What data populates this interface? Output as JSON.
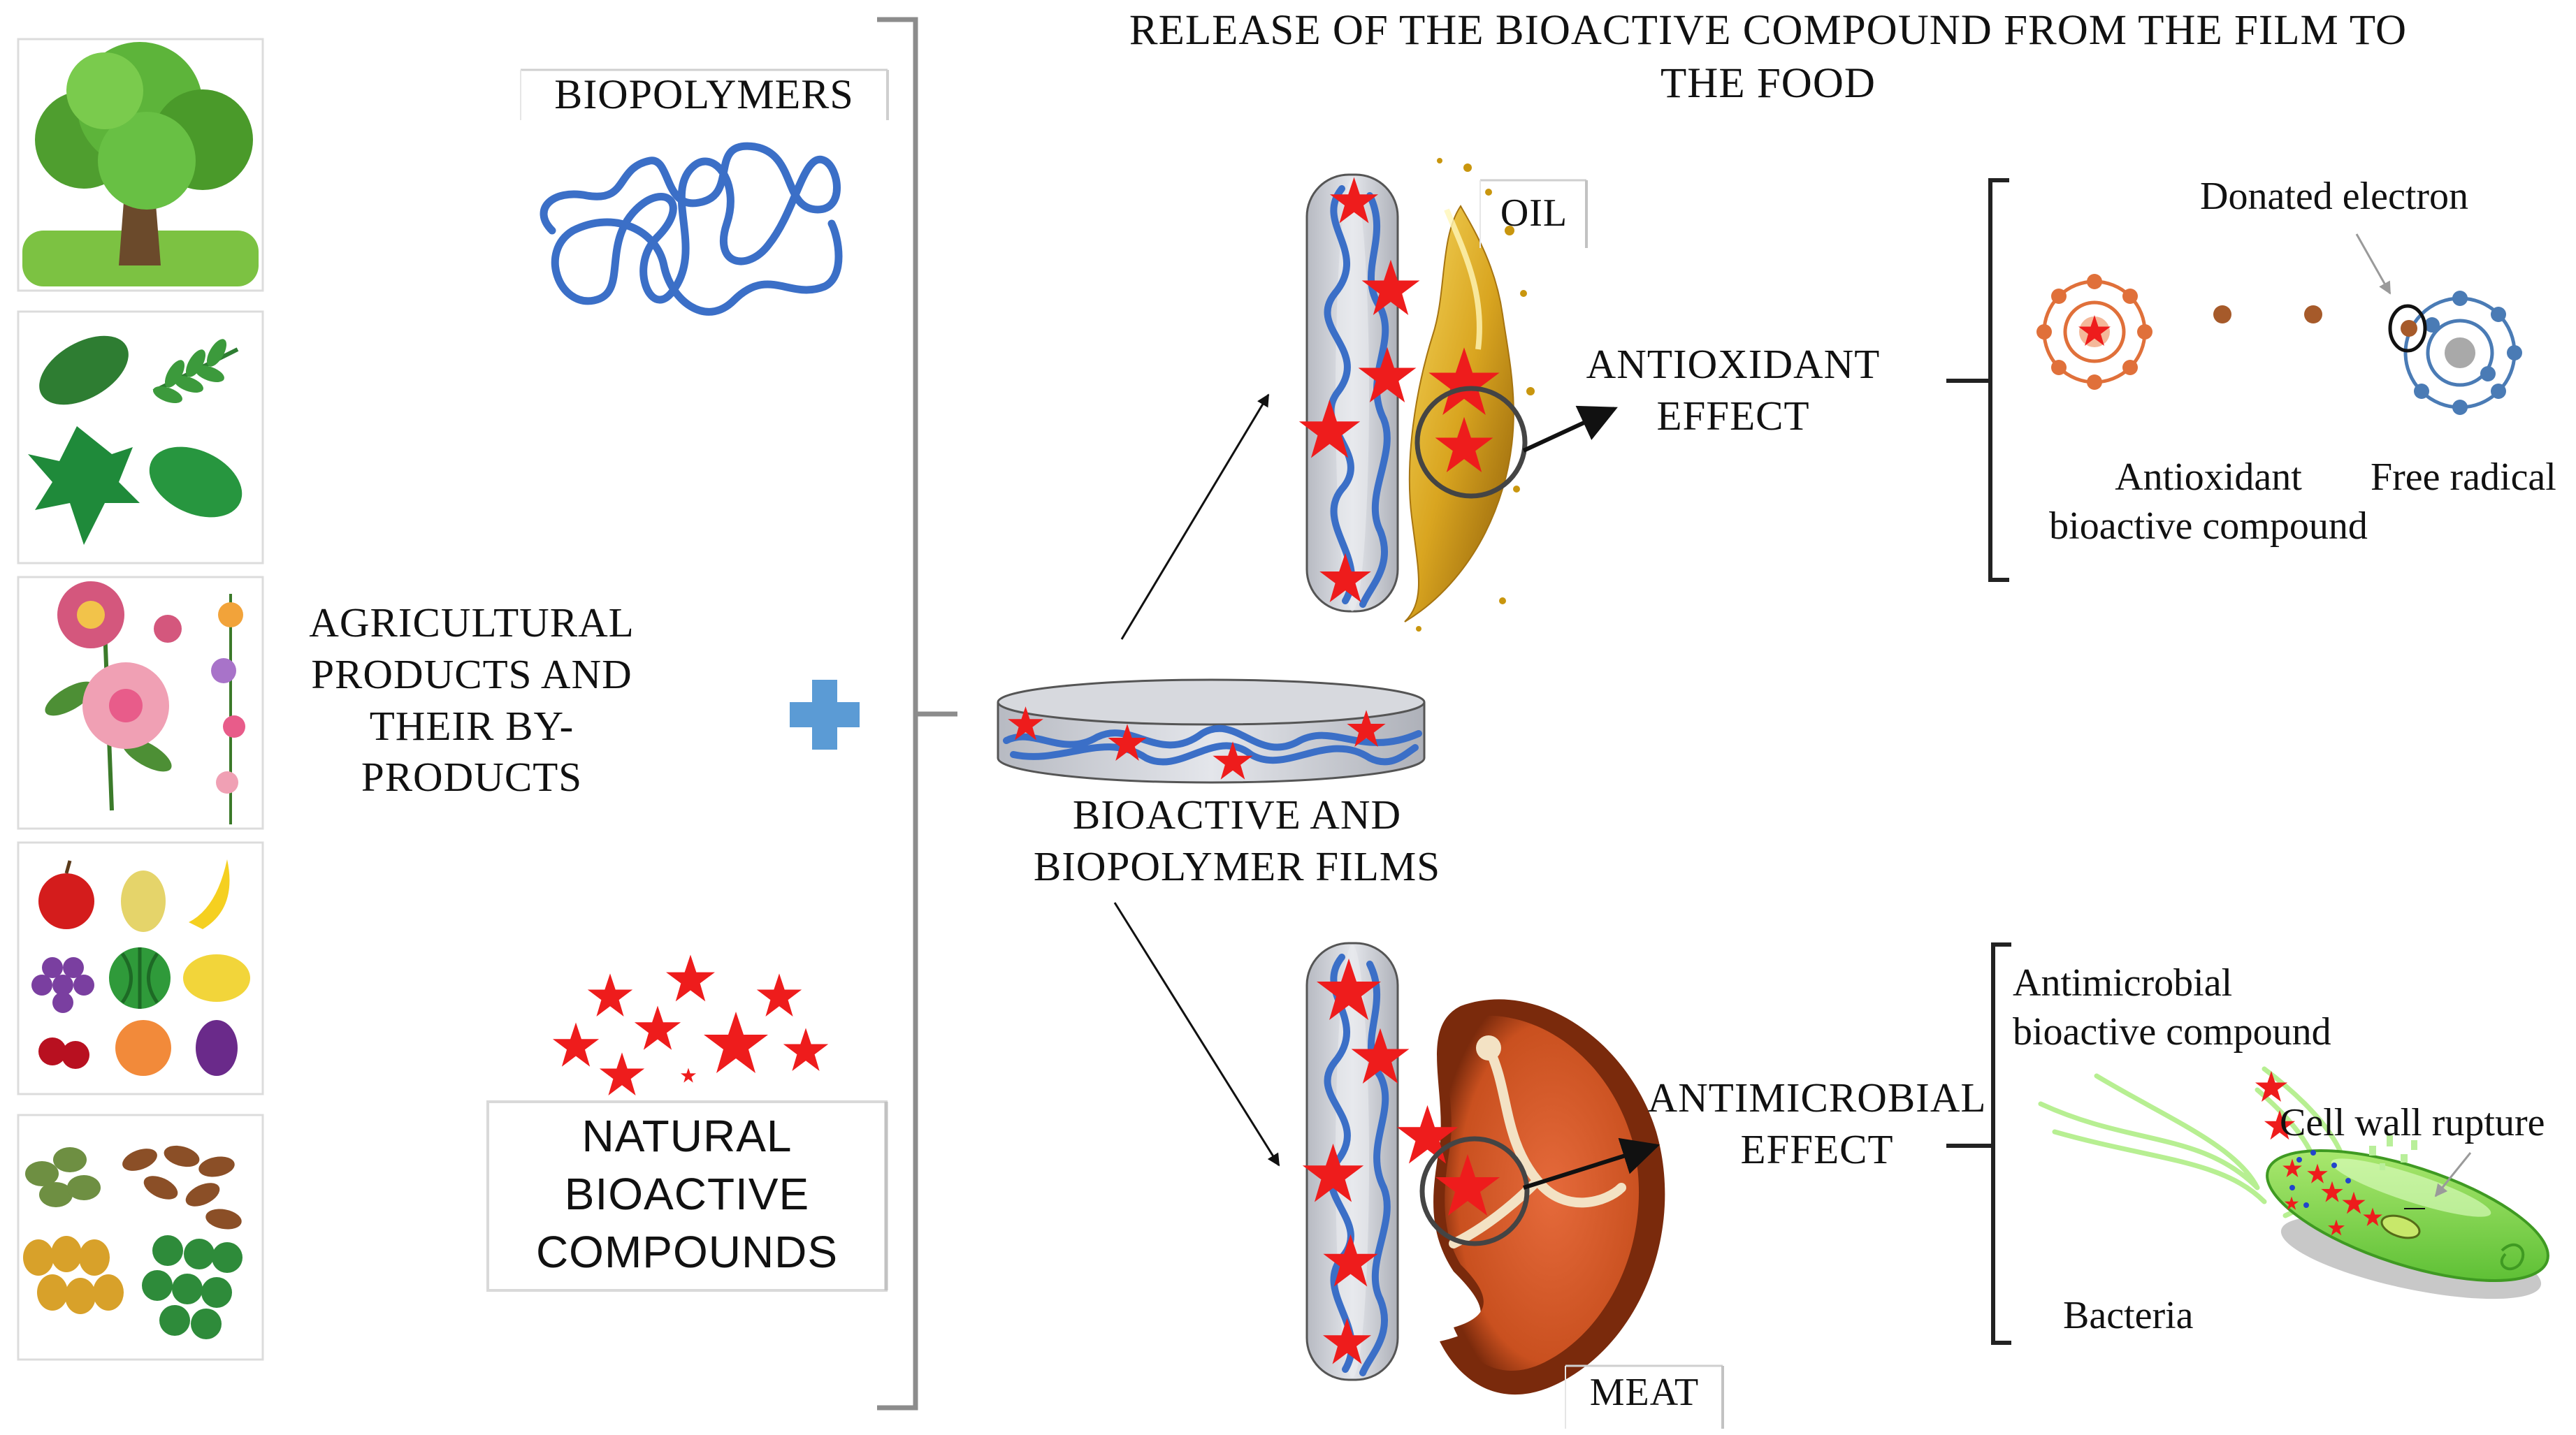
{
  "title": "RELEASE OF THE BIOACTIVE COMPOUND FROM THE FILM TO THE FOOD",
  "title_lines": [
    "RELEASE OF THE BIOACTIVE COMPOUND FROM THE FILM TO",
    "THE FOOD"
  ],
  "left": {
    "biopolymers_label": "BIOPOLYMERS",
    "agri_lines": [
      "AGRICULTURAL",
      "PRODUCTS AND",
      "THEIR BY-",
      "PRODUCTS"
    ],
    "natural_lines": [
      "NATURAL",
      "BIOACTIVE",
      "COMPOUNDS"
    ]
  },
  "center": {
    "film_lines": [
      "BIOACTIVE AND",
      "BIOPOLYMER FILMS"
    ]
  },
  "top": {
    "oil_label": "OIL",
    "effect_lines": [
      "ANTIOXIDANT",
      "EFFECT"
    ],
    "donated_electron": "Donated electron",
    "antioxidant_lines": [
      "Antioxidant",
      "bioactive compound"
    ],
    "free_radical": "Free radical"
  },
  "bottom": {
    "meat_label": "MEAT",
    "effect_lines": [
      "ANTIMICROBIAL",
      "EFFECT"
    ],
    "antimicrobial_lines": [
      "Antimicrobial",
      "bioactive compound"
    ],
    "cell_wall": "Cell wall rupture",
    "bacteria": "Bacteria"
  },
  "colors": {
    "polymer_blue": "#3b6fc7",
    "star_red": "#ee1c1c",
    "plus_blue": "#5b9bd5",
    "film_gray": "#c9ccd4",
    "oil_gold": "#d9a520",
    "meat_brown": "#b6441c",
    "bacteria_green": "#8ee05a",
    "antioxidant_orange": "#e0703a",
    "radical_blue": "#4a7bb5"
  }
}
